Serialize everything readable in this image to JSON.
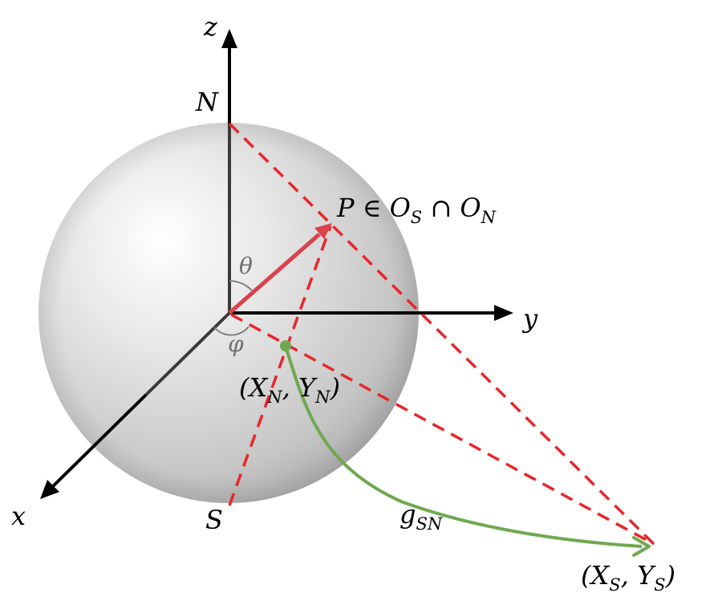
{
  "labels": {
    "axis_z": "z",
    "axis_y": "y",
    "axis_x": "x",
    "north_pole": "N",
    "south_pole": "S",
    "theta": "θ",
    "phi": "φ",
    "point_p": "P ∈ O",
    "point_p_sub1": "S",
    "point_p_cap": " ∩ O",
    "point_p_sub2": "N",
    "xn_open": "(X",
    "xn_sub1": "N",
    "xn_mid": ", Y",
    "xn_sub2": "N",
    "xn_close": ")",
    "xs_open": "(X",
    "xs_sub1": "S",
    "xs_mid": ", Y",
    "xs_sub2": "S",
    "xs_close": ")",
    "map_g": "g",
    "map_sub": "SN"
  },
  "colors": {
    "axis": "#000000",
    "radius_vector": "#d9434b",
    "projection_lines": "#e8262a",
    "transition_map": "#70a850",
    "angle_arc": "#808080",
    "sphere_light": "#ffffff",
    "sphere_dark": "#9a9a9a"
  }
}
